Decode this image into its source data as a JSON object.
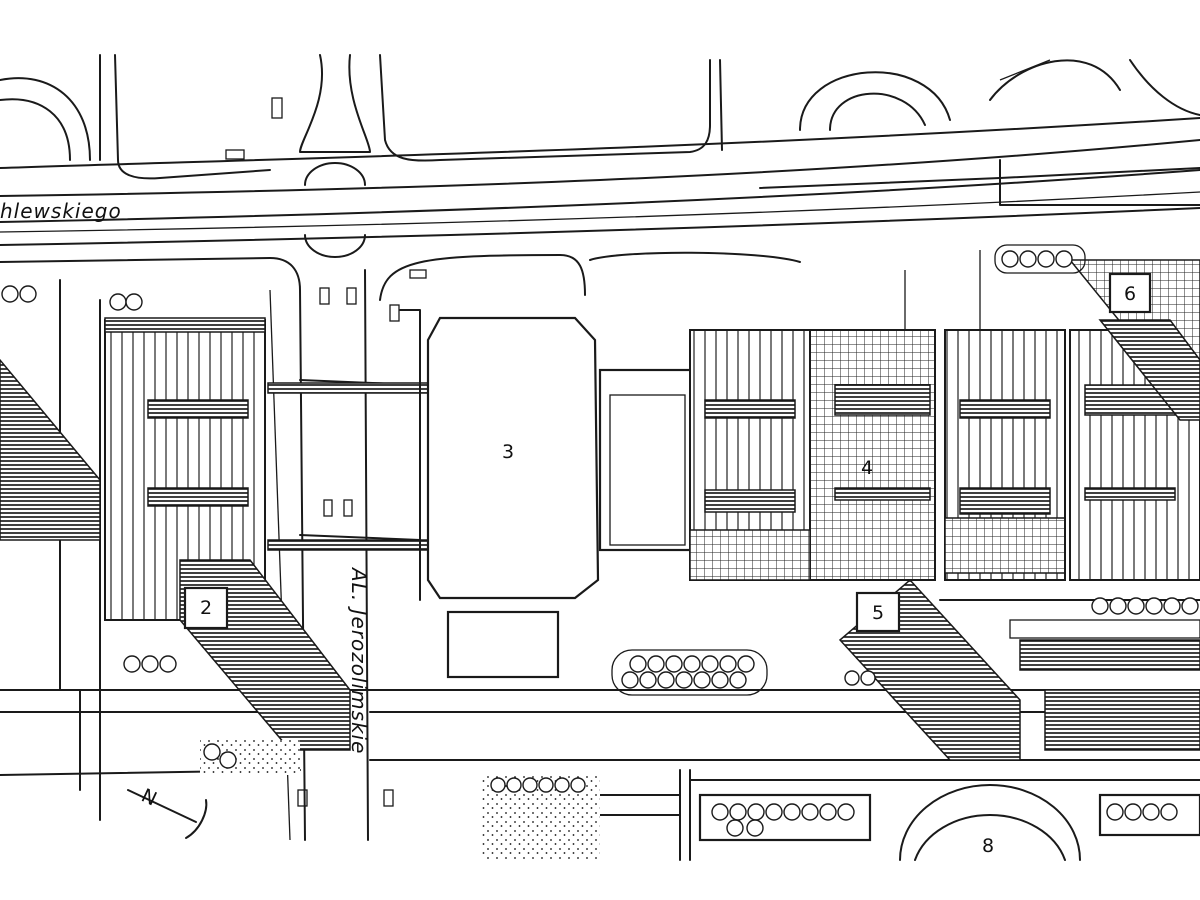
{
  "plan": {
    "streets": {
      "top_street": "hlewskiego",
      "vertical_avenue": "AL. Jerozolimskie"
    },
    "markers": [
      {
        "id": "2",
        "label": "2"
      },
      {
        "id": "3",
        "label": "3"
      },
      {
        "id": "4",
        "label": "4"
      },
      {
        "id": "5",
        "label": "5"
      },
      {
        "id": "6",
        "label": "6"
      },
      {
        "id": "8",
        "label": "8"
      }
    ],
    "north_arrow": "N",
    "icons": {
      "north_arrow": "north-arrow-icon"
    },
    "colors": {
      "ink": "#1a1a1a",
      "paper": "#ffffff"
    }
  }
}
